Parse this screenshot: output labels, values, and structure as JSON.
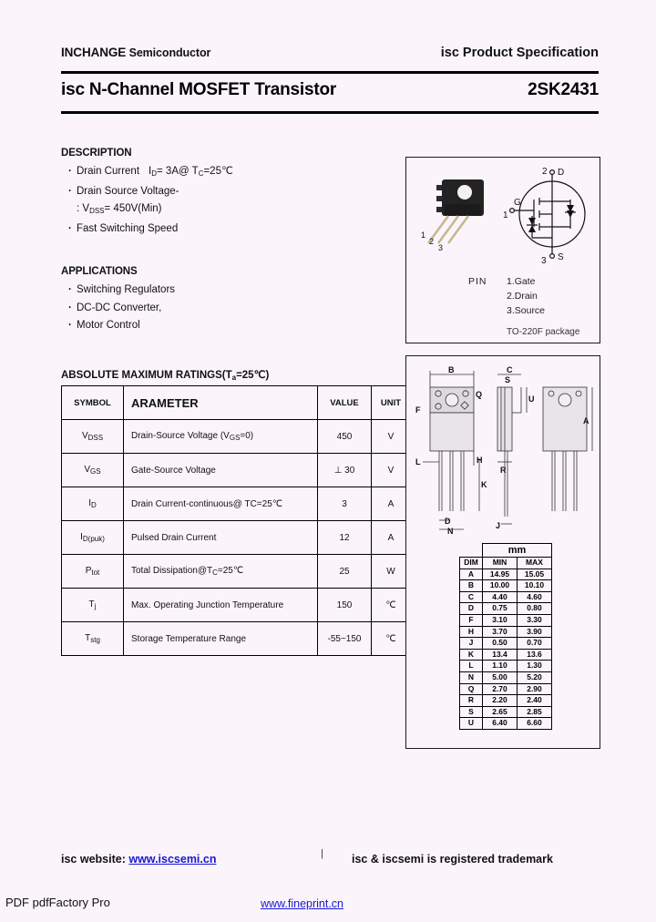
{
  "header": {
    "company_bold": "INCHANGE",
    "company_rest": " Semiconductor",
    "spec_label": "isc Product Specification",
    "title": "isc N-Channel MOSFET Transistor",
    "part_number": "2SK2431"
  },
  "description": {
    "heading": "DESCRIPTION",
    "items": [
      "Drain Current",
      "Drain Source Voltage-",
      ": V",
      "Fast Switching Speed"
    ],
    "drain_current_value": "= 3A@ T",
    "drain_current_temp": "=25℃",
    "vdss_value": "= 450V(Min)"
  },
  "applications": {
    "heading": "APPLICATIONS",
    "items": [
      "Switching Regulators",
      "DC-DC Converter,",
      "Motor Control"
    ]
  },
  "ratings": {
    "heading": "ABSOLUTE MAXIMUM RATINGS(T",
    "heading_sub": "a",
    "heading_tail": "=25℃)",
    "columns": [
      "SYMBOL",
      "ARAMETER",
      "VALUE",
      "UNIT"
    ],
    "rows": [
      {
        "symbol": "V",
        "symbol_sub": "DSS",
        "parameter": "Drain-Source Voltage (V",
        "param_sub": "GS",
        "param_tail": "=0)",
        "value": "450",
        "unit": "V",
        "divider": true
      },
      {
        "symbol": "V",
        "symbol_sub": "GS",
        "parameter": "Gate-Source Voltage",
        "param_sub": "",
        "param_tail": "",
        "value": "⊥ 30",
        "unit": "V",
        "divider": true
      },
      {
        "symbol": "I",
        "symbol_sub": "D",
        "parameter": "Drain Current-continuous@ TC=25℃",
        "param_sub": "",
        "param_tail": "",
        "value": "3",
        "unit": "A",
        "divider": false
      },
      {
        "symbol": "I",
        "symbol_sub": "D(puk)",
        "parameter": "Pulsed Drain Current",
        "param_sub": "",
        "param_tail": "",
        "value": "12",
        "unit": "A",
        "divider": true
      },
      {
        "symbol": "P",
        "symbol_sub": "tot",
        "parameter": "Total Dissipation@T",
        "param_sub": "C",
        "param_tail": "=25℃",
        "value": "25",
        "unit": "W",
        "divider": true
      },
      {
        "symbol": "T",
        "symbol_sub": "j",
        "parameter": "Max. Operating Junction Temperature",
        "param_sub": "",
        "param_tail": "",
        "value": "150",
        "unit": "℃",
        "divider": false
      },
      {
        "symbol": "T",
        "symbol_sub": "stg",
        "parameter": "Storage Temperature Range",
        "param_sub": "",
        "param_tail": "",
        "value": "-55~150",
        "unit": "℃",
        "divider": true
      }
    ]
  },
  "pinout": {
    "pin_label": "PIN",
    "pins": [
      "1.Gate",
      "2.Drain",
      "3.Source"
    ],
    "package": "TO-220F package",
    "symbol_terminals": {
      "gate": "G",
      "drain": "D",
      "source": "S"
    },
    "pin_numbers": [
      "1",
      "2",
      "3"
    ]
  },
  "mechanical": {
    "dim_callouts": [
      "A",
      "B",
      "C",
      "D",
      "F",
      "H",
      "J",
      "K",
      "L",
      "N",
      "Q",
      "R",
      "S",
      "U"
    ],
    "table": {
      "unit_header": "mm",
      "columns": [
        "DIM",
        "MIN",
        "MAX"
      ],
      "rows": [
        {
          "dim": "A",
          "min": "14.95",
          "max": "15.05"
        },
        {
          "dim": "B",
          "min": "10.00",
          "max": "10.10"
        },
        {
          "dim": "C",
          "min": "4.40",
          "max": "4.60"
        },
        {
          "dim": "D",
          "min": "0.75",
          "max": "0.80"
        },
        {
          "dim": "F",
          "min": "3.10",
          "max": "3.30"
        },
        {
          "dim": "H",
          "min": "3.70",
          "max": "3.90"
        },
        {
          "dim": "J",
          "min": "0.50",
          "max": "0.70"
        },
        {
          "dim": "K",
          "min": "13.4",
          "max": "13.6"
        },
        {
          "dim": "L",
          "min": "1.10",
          "max": "1.30"
        },
        {
          "dim": "N",
          "min": "5.00",
          "max": "5.20"
        },
        {
          "dim": "Q",
          "min": "2.70",
          "max": "2.90"
        },
        {
          "dim": "R",
          "min": "2.20",
          "max": "2.40"
        },
        {
          "dim": "S",
          "min": "2.65",
          "max": "2.85"
        },
        {
          "dim": "U",
          "min": "6.40",
          "max": "6.60"
        }
      ]
    }
  },
  "footer": {
    "website_label": "isc website:",
    "website_url": "www.iscsemi.cn",
    "separator": "|",
    "trademark": "isc & iscsemi is registered trademark",
    "pdf_label": "PDF  pdfFactory Pro",
    "fineprint_url": "www.fineprint.cn"
  },
  "colors": {
    "page_bg": "#fbf5fb",
    "link": "#1818d0",
    "rule": "#000000"
  }
}
